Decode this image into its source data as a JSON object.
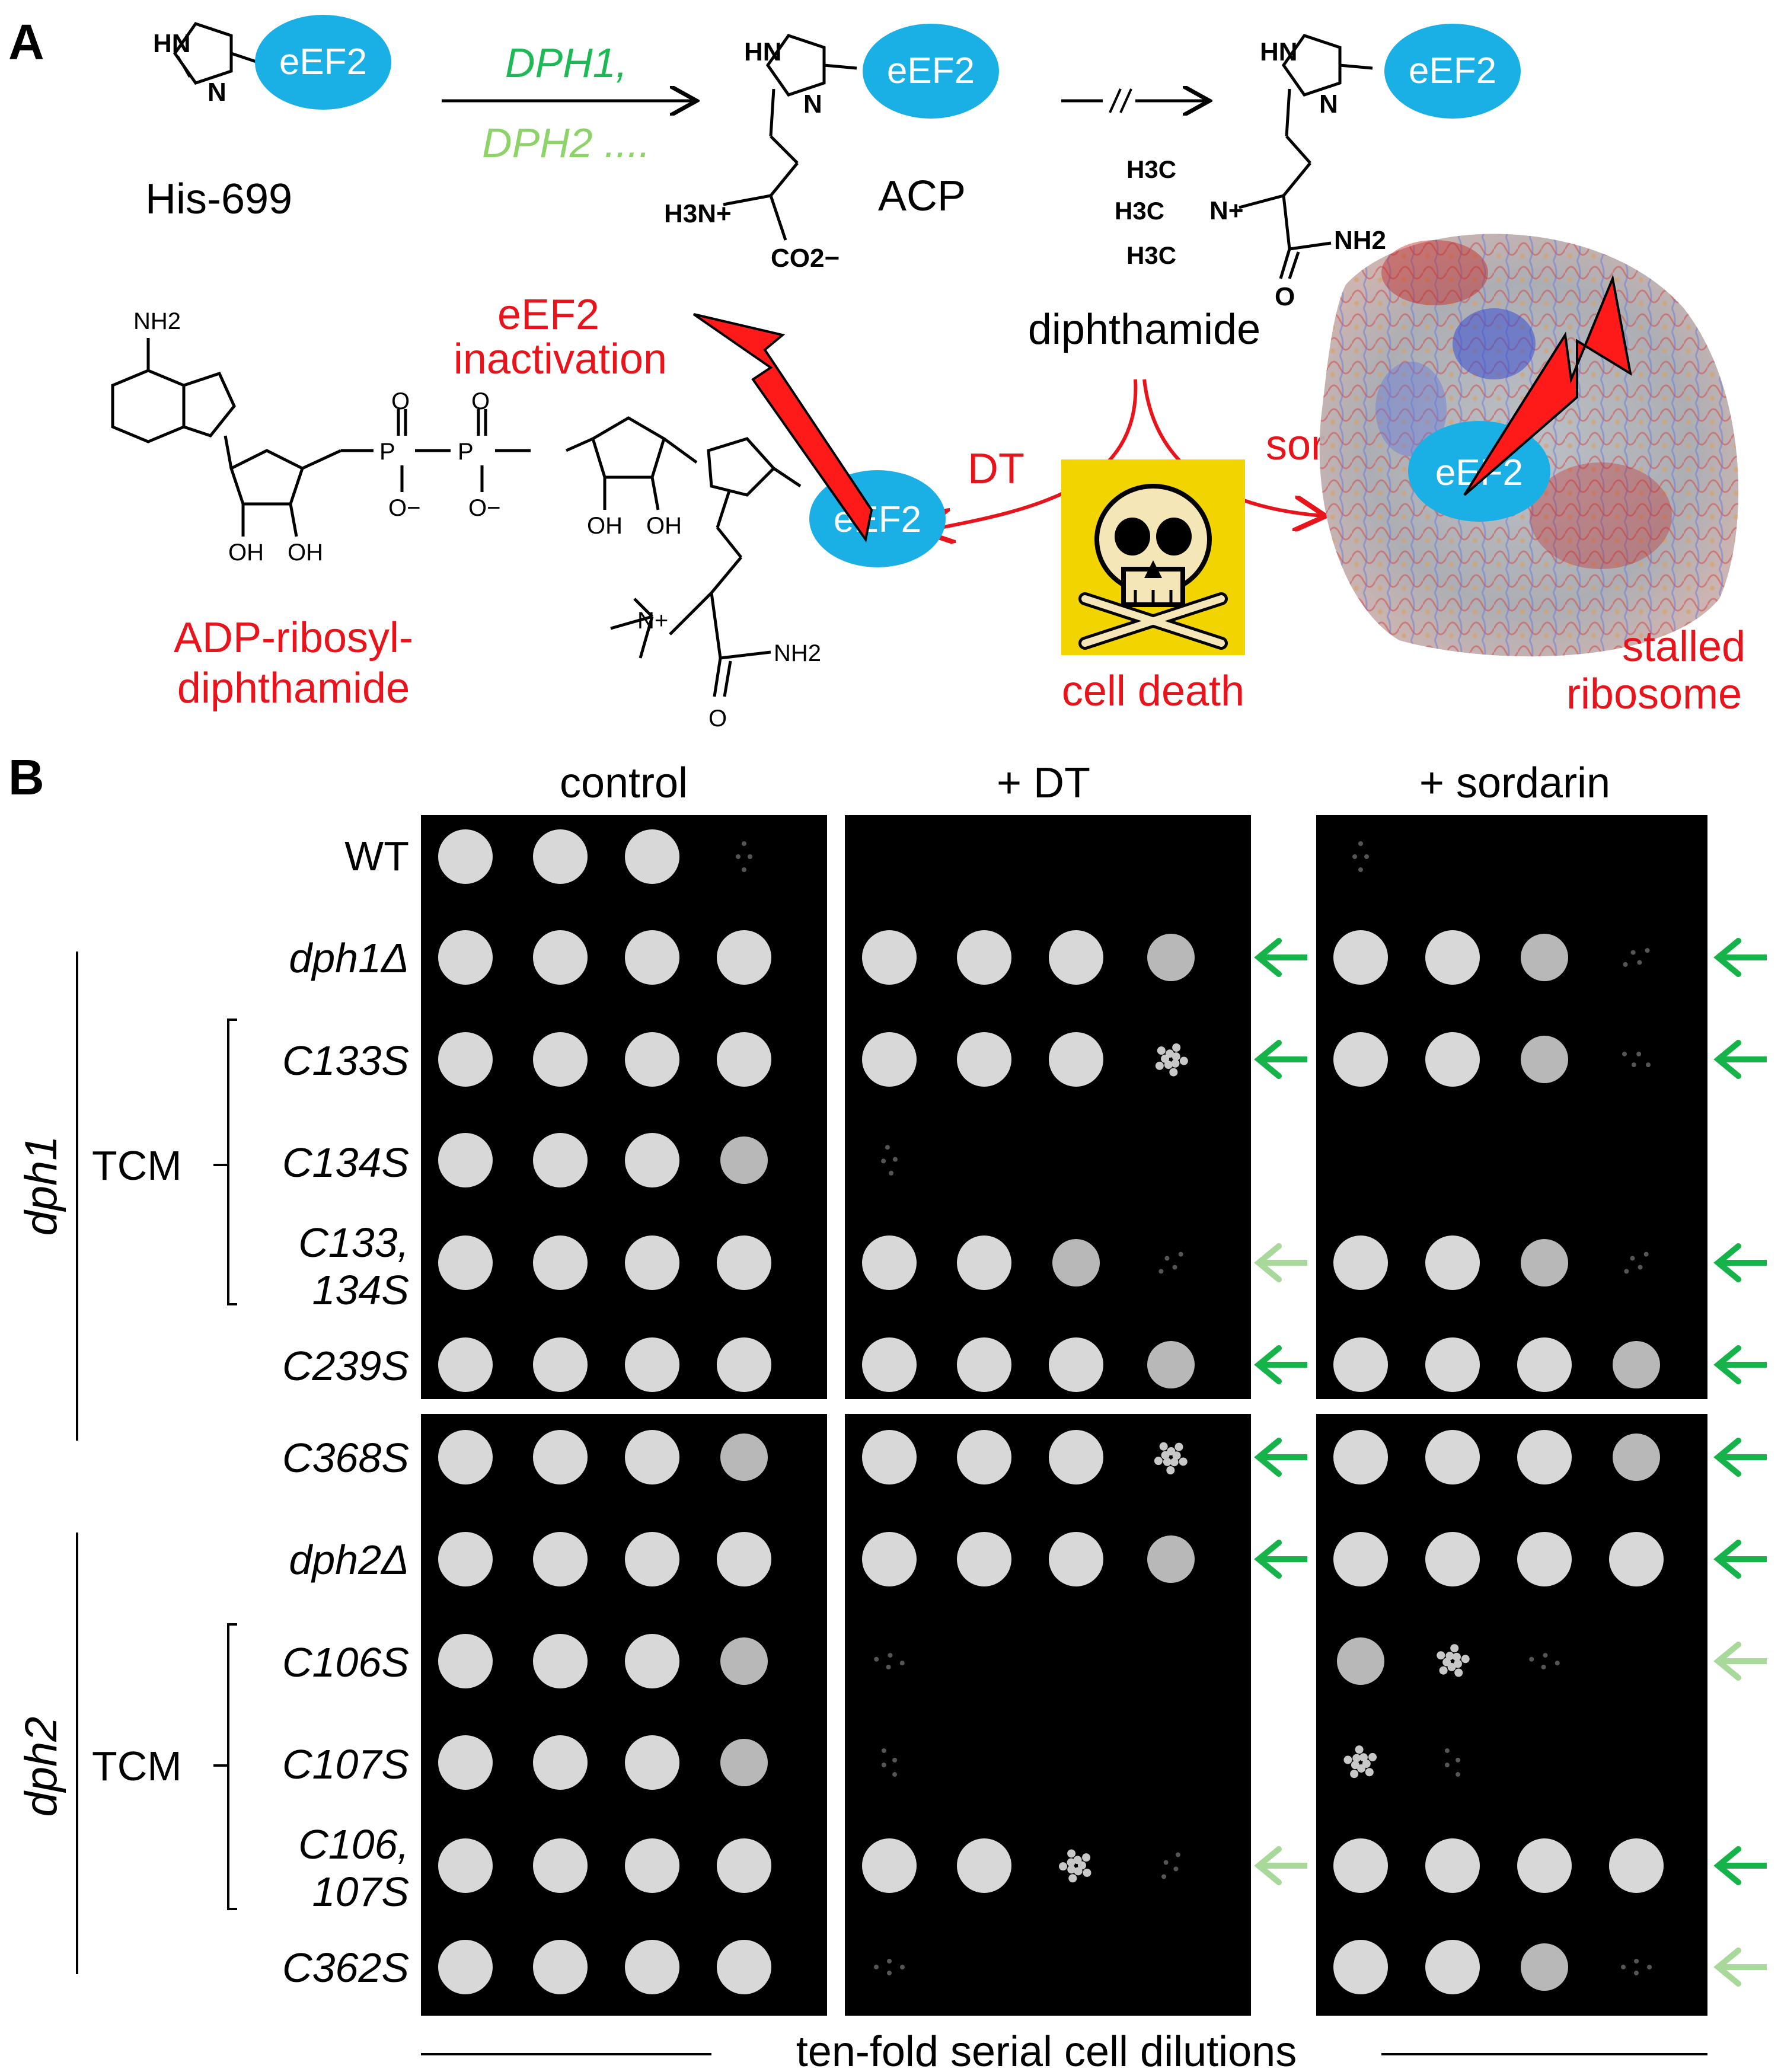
{
  "panel_a": {
    "letter": "A",
    "eef2_label": "eEF2",
    "step1_enzyme_1": "DPH1,",
    "step1_enzyme_2": "DPH2 ....",
    "his_label": "His-699",
    "acp_label": "ACP",
    "diphthamide_label": "diphthamide",
    "adp_label_1": "ADP-ribosyl-",
    "adp_label_2": "diphthamide",
    "inactivation_1": "eEF2",
    "inactivation_2": "inactivation",
    "dt_label": "DT",
    "sor_label": "sor",
    "cell_death_label": "cell death",
    "stalled_1": "stalled",
    "stalled_2": "ribosome",
    "chem": {
      "hn": "HN",
      "n": "N",
      "h3n": "H3N+",
      "co2": "CO2−",
      "nh2": "NH2",
      "h3c": "H3C",
      "nplus": "N+",
      "o": "O",
      "oh": "OH",
      "p": "P",
      "ominus": "O−"
    },
    "colors": {
      "eef2": "#1ab0e6",
      "dph1": "#1db954",
      "dph2": "#8ed26a",
      "red": "#e8141c",
      "skull_bg": "#f2d400"
    }
  },
  "panel_b": {
    "letter": "B",
    "columns": [
      "control",
      "+ DT",
      "+ sordarin"
    ],
    "group_dph1": "dph1",
    "group_dph2": "dph2",
    "tcm": "TCM",
    "footer": "ten-fold serial cell dilutions",
    "rows": [
      {
        "label": "WT",
        "italic": false,
        "growth": [
          [
            4,
            4,
            4,
            1
          ],
          [
            0,
            0,
            0,
            0
          ],
          [
            1,
            0,
            0,
            0
          ]
        ],
        "arrows": [
          null,
          null
        ]
      },
      {
        "label": "dph1Δ",
        "italic": true,
        "growth": [
          [
            4,
            4,
            4,
            4
          ],
          [
            4,
            4,
            4,
            3
          ],
          [
            4,
            4,
            3,
            1
          ]
        ],
        "arrows": [
          "strong",
          "strong"
        ]
      },
      {
        "label": "C133S",
        "italic": true,
        "growth": [
          [
            4,
            4,
            4,
            4
          ],
          [
            4,
            4,
            4,
            2
          ],
          [
            4,
            4,
            3,
            1
          ]
        ],
        "arrows": [
          "strong",
          "strong"
        ]
      },
      {
        "label": "C134S",
        "italic": true,
        "growth": [
          [
            4,
            4,
            4,
            3
          ],
          [
            1,
            0,
            0,
            0
          ],
          [
            0,
            0,
            0,
            0
          ]
        ],
        "arrows": [
          null,
          null
        ]
      },
      {
        "label1": "C133,",
        "label2": "134S",
        "italic": true,
        "growth": [
          [
            4,
            4,
            4,
            4
          ],
          [
            4,
            4,
            3,
            1
          ],
          [
            4,
            4,
            3,
            1
          ]
        ],
        "arrows": [
          "weak",
          "strong"
        ]
      },
      {
        "label": "C239S",
        "italic": true,
        "growth": [
          [
            4,
            4,
            4,
            4
          ],
          [
            4,
            4,
            4,
            3
          ],
          [
            4,
            4,
            4,
            3
          ]
        ],
        "arrows": [
          "strong",
          "strong"
        ]
      },
      {
        "label": "C368S",
        "italic": true,
        "growth": [
          [
            4,
            4,
            4,
            3
          ],
          [
            4,
            4,
            4,
            2
          ],
          [
            4,
            4,
            4,
            3
          ]
        ],
        "arrows": [
          "strong",
          "strong"
        ]
      },
      {
        "label": "dph2Δ",
        "italic": true,
        "growth": [
          [
            4,
            4,
            4,
            4
          ],
          [
            4,
            4,
            4,
            3
          ],
          [
            4,
            4,
            4,
            4
          ]
        ],
        "arrows": [
          "strong",
          "strong"
        ]
      },
      {
        "label": "C106S",
        "italic": true,
        "growth": [
          [
            4,
            4,
            4,
            3
          ],
          [
            1,
            0,
            0,
            0
          ],
          [
            3,
            2,
            1,
            0
          ]
        ],
        "arrows": [
          null,
          "weak"
        ]
      },
      {
        "label": "C107S",
        "italic": true,
        "growth": [
          [
            4,
            4,
            4,
            3
          ],
          [
            1,
            0,
            0,
            0
          ],
          [
            2,
            1,
            0,
            0
          ]
        ],
        "arrows": [
          null,
          null
        ]
      },
      {
        "label1": "C106,",
        "label2": "107S",
        "italic": true,
        "growth": [
          [
            4,
            4,
            4,
            4
          ],
          [
            4,
            4,
            2,
            1
          ],
          [
            4,
            4,
            4,
            4
          ]
        ],
        "arrows": [
          "weak",
          "strong"
        ]
      },
      {
        "label": "C362S",
        "italic": true,
        "growth": [
          [
            4,
            4,
            4,
            4
          ],
          [
            1,
            0,
            0,
            0
          ],
          [
            4,
            4,
            3,
            1
          ]
        ],
        "arrows": [
          null,
          "weak"
        ]
      }
    ],
    "arrow_colors": {
      "strong": "#16b34a",
      "weak": "#a9d99a"
    }
  }
}
